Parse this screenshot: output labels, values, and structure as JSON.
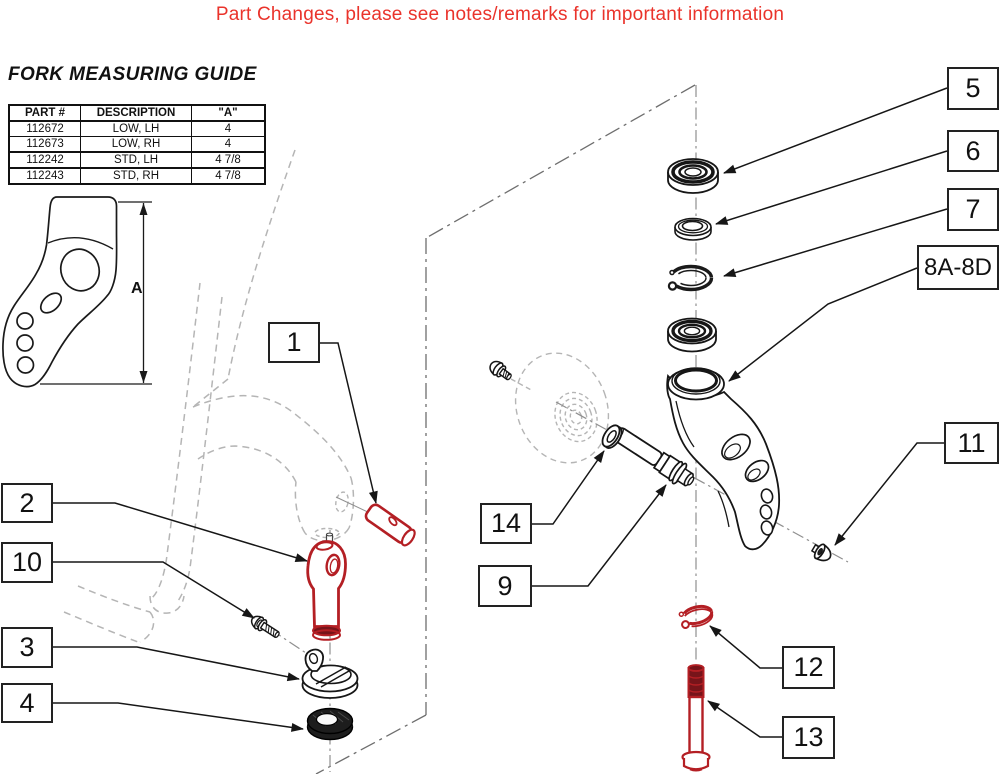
{
  "notice": "Part Changes, please see notes/remarks for important information",
  "guide": {
    "title": "FORK MEASURING GUIDE",
    "dimension_label": "A",
    "table": {
      "headers": [
        "PART #",
        "DESCRIPTION",
        "\"A\""
      ],
      "rows": [
        [
          "112672",
          "LOW, LH",
          "4"
        ],
        [
          "112673",
          "LOW, RH",
          "4"
        ],
        [
          "112242",
          "STD, LH",
          "4 7/8"
        ],
        [
          "112243",
          "STD, RH",
          "4 7/8"
        ]
      ]
    }
  },
  "callouts": {
    "n1": "1",
    "n2": "2",
    "n3": "3",
    "n4": "4",
    "n5": "5",
    "n6": "6",
    "n7": "7",
    "n8": "8A-8D",
    "n9": "9",
    "n10": "10",
    "n11": "11",
    "n12": "12",
    "n13": "13",
    "n14": "14"
  },
  "colors": {
    "notice_red": "#ea332b",
    "highlight_part_red": "#b41f24",
    "highlight_part_dark_red": "#77141a",
    "line_black": "#1a1a1a",
    "phantom_gray": "#b5b5b5",
    "centerline_gray": "#8f8f8f"
  }
}
